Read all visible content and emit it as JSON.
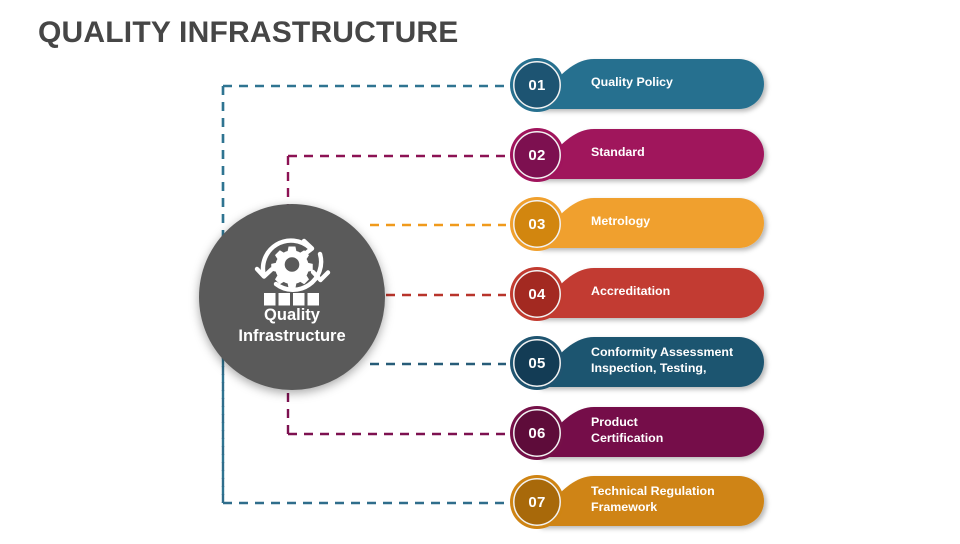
{
  "title": "QUALITY INFRASTRUCTURE",
  "hub": {
    "label_line1": "Quality",
    "label_line2": "Infrastructure",
    "icon": "gear-cycle-icon",
    "fill": "#5a5a5a"
  },
  "rows": [
    {
      "number": "01",
      "label_line1": "Quality Policy",
      "label_line2": "",
      "bar_color": "#27708f",
      "badge_color": "#1d5472",
      "connector_color": "#2f7491",
      "connector_type": "left-rail-up"
    },
    {
      "number": "02",
      "label_line1": "Standard",
      "label_line2": "",
      "bar_color": "#a0145c",
      "badge_color": "#7d1050",
      "connector_color": "#8c1254",
      "connector_type": "inner-rail-up"
    },
    {
      "number": "03",
      "label_line1": "Metrology",
      "label_line2": "",
      "bar_color": "#f0a02e",
      "badge_color": "#d2860f",
      "connector_color": "#f09a1c",
      "connector_type": "straight"
    },
    {
      "number": "04",
      "label_line1": "Accreditation",
      "label_line2": "",
      "bar_color": "#c23b30",
      "badge_color": "#a32921",
      "connector_color": "#b8342b",
      "connector_type": "straight"
    },
    {
      "number": "05",
      "label_line1": "Conformity Assessment",
      "label_line2": "Inspection, Testing,",
      "bar_color": "#1f5470",
      "badge_color": "#133c55",
      "connector_color": "#275c78",
      "connector_type": "straight"
    },
    {
      "number": "06",
      "label_line1": "Product",
      "label_line2": "Certification",
      "bar_color": "#751048",
      "badge_color": "#5e0c3a",
      "connector_color": "#7d1150",
      "connector_type": "inner-rail-down"
    },
    {
      "number": "07",
      "label_line1": "Technical Regulation",
      "label_line2": "Framework",
      "bar_color": "#cf8413",
      "badge_color": "#a8690a",
      "connector_color": "#2f6d8b",
      "connector_type": "left-rail-down"
    }
  ]
}
